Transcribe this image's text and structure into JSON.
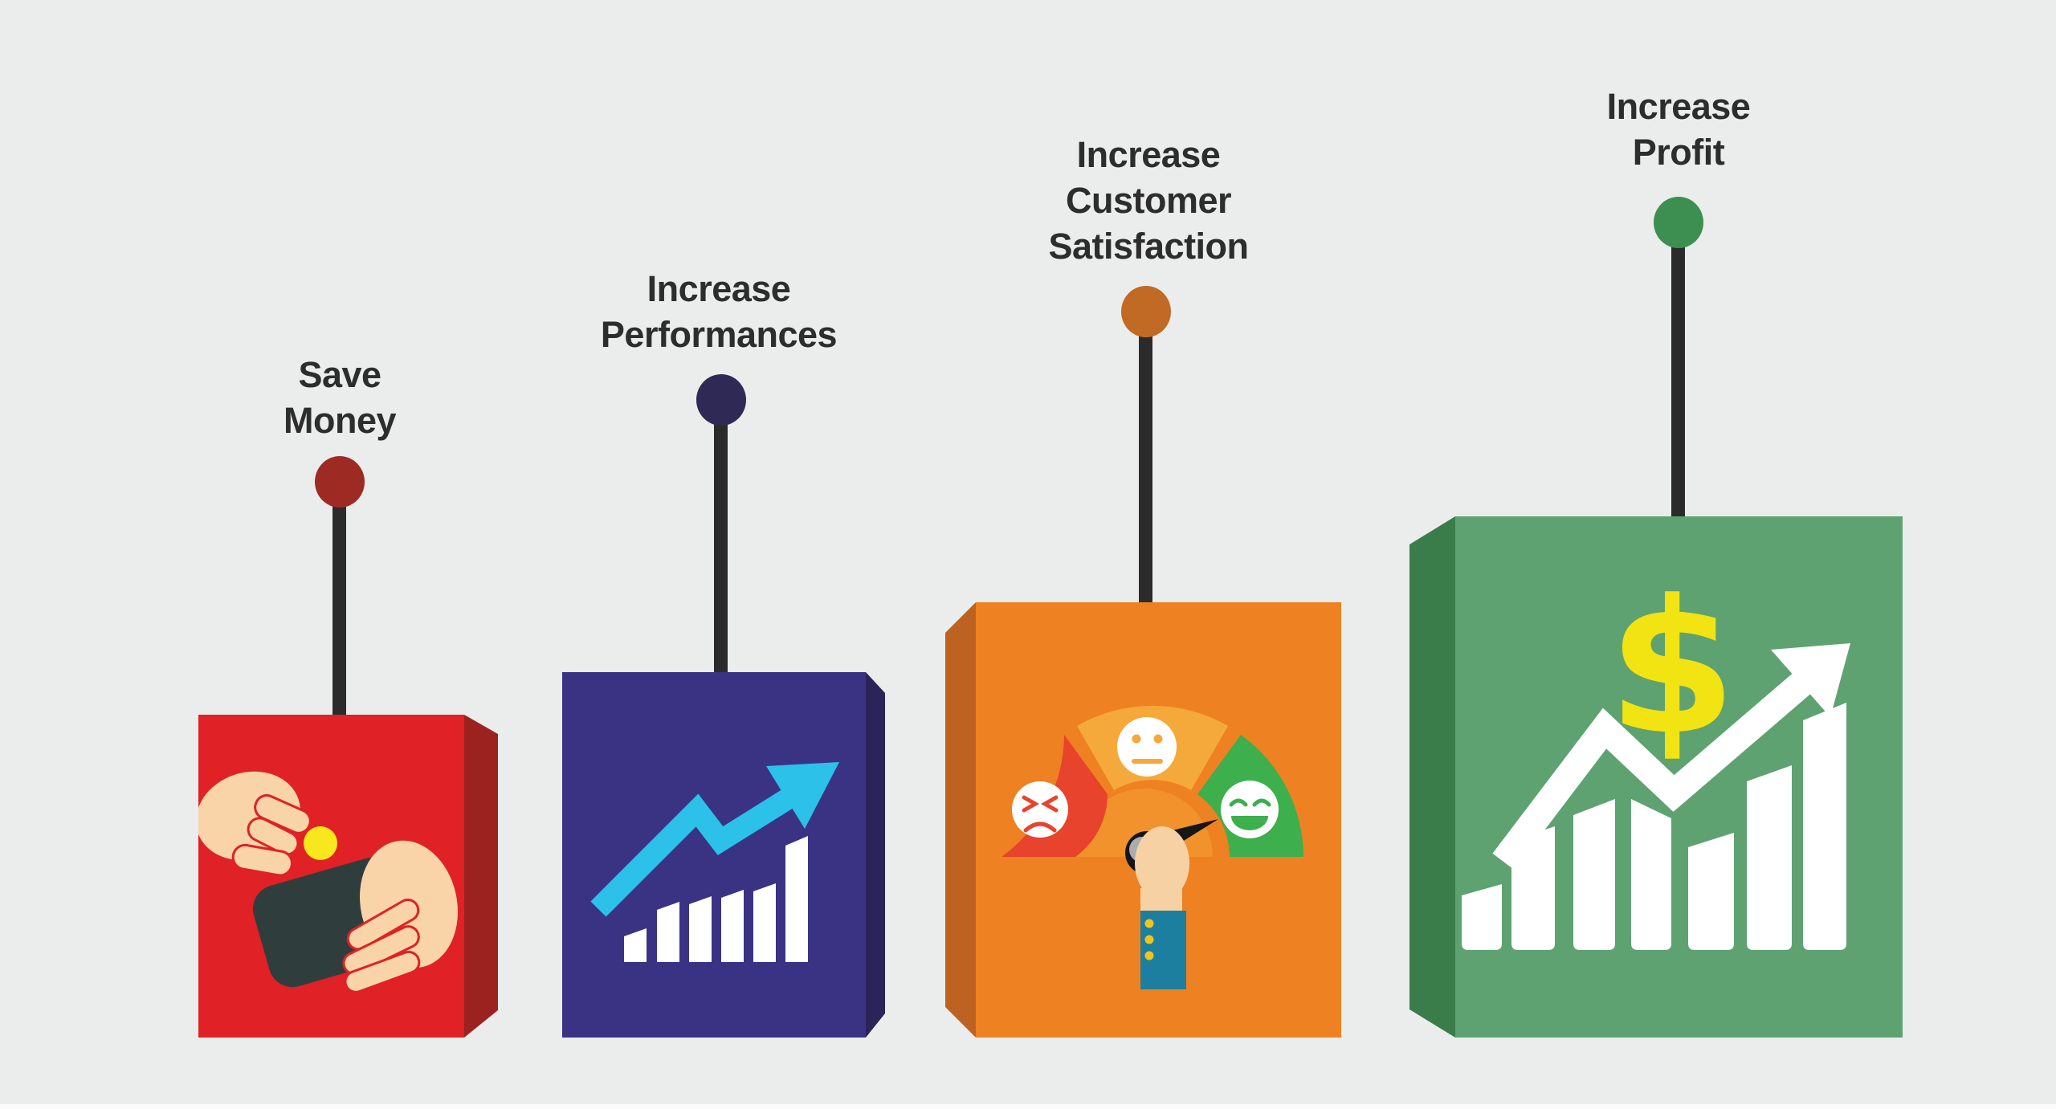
{
  "background_color": "#ebedec",
  "label_color": "#2d2d2d",
  "stem_color": "#2b2b2b",
  "bottom_strip_color": "#fafbfa",
  "items": [
    {
      "label": "Save\nMoney",
      "pin_color": "#9d2b24",
      "block": {
        "front": "#e02125",
        "side": "#9c2220"
      },
      "icon": {
        "name": "hand-putting-coin-in-wallet",
        "skin": "#f8d4a8",
        "outline": "#e02125",
        "wallet": "#2f3e3d",
        "coin": "#f8e71d"
      }
    },
    {
      "label": "Increase\nPerformances",
      "pin_color": "#2f2a55",
      "block": {
        "front": "#3a3384",
        "side": "#2a2458"
      },
      "icon": {
        "name": "rising-bar-chart-arrow",
        "bars": "#ffffff",
        "arrow": "#2bc1e8"
      }
    },
    {
      "label": "Increase\nCustomer\nSatisfaction",
      "pin_color": "#c16a26",
      "block": {
        "front": "#ee8122",
        "side": "#bd6220"
      },
      "icon": {
        "name": "satisfaction-gauge",
        "segment_bad": "#e8432c",
        "segment_neutral": "#f6a93b",
        "segment_good": "#3daf4c",
        "inner_disc": "#f2922c",
        "face": "#ffffff",
        "needle": "#161616",
        "knob_gray": "#a9abae",
        "knob_white": "#ffffff",
        "hand": "#f6d1a3",
        "sleeve": "#1d7fa0",
        "buttons": "#f0c420"
      }
    },
    {
      "label": "Increase\nProfit",
      "pin_color": "#3c8f50",
      "block": {
        "front": "#5fa271",
        "side": "#3a7d4a"
      },
      "icon": {
        "name": "dollar-growth-chart",
        "dollar": "$",
        "dollar_color": "#f2e313",
        "bars": "#ffffff",
        "arrow": "#ffffff"
      }
    }
  ]
}
